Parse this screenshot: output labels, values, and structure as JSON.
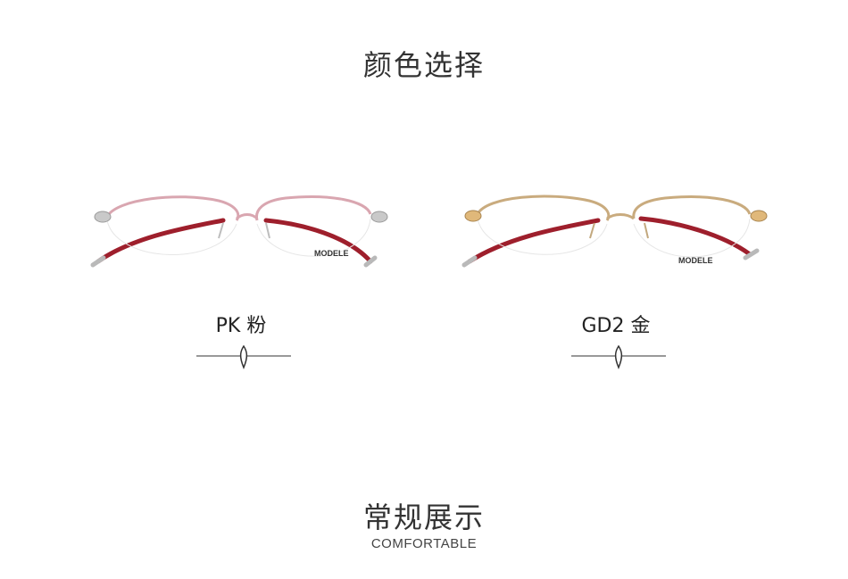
{
  "header": {
    "title": "颜色选择"
  },
  "products": [
    {
      "label": "PK 粉",
      "brand_print": "MODELE",
      "frame_color": "#d9a6b0",
      "temple_color": "#9e1f2c",
      "icon": "glasses-icon"
    },
    {
      "label": "GD2 金",
      "brand_print": "MODELE",
      "frame_color": "#c9ab7e",
      "temple_color": "#9e1f2c",
      "icon": "glasses-icon"
    }
  ],
  "footer": {
    "title": "常规展示",
    "subtitle": "COMFORTABLE"
  },
  "colors": {
    "text": "#333333",
    "divider": "#333333"
  }
}
